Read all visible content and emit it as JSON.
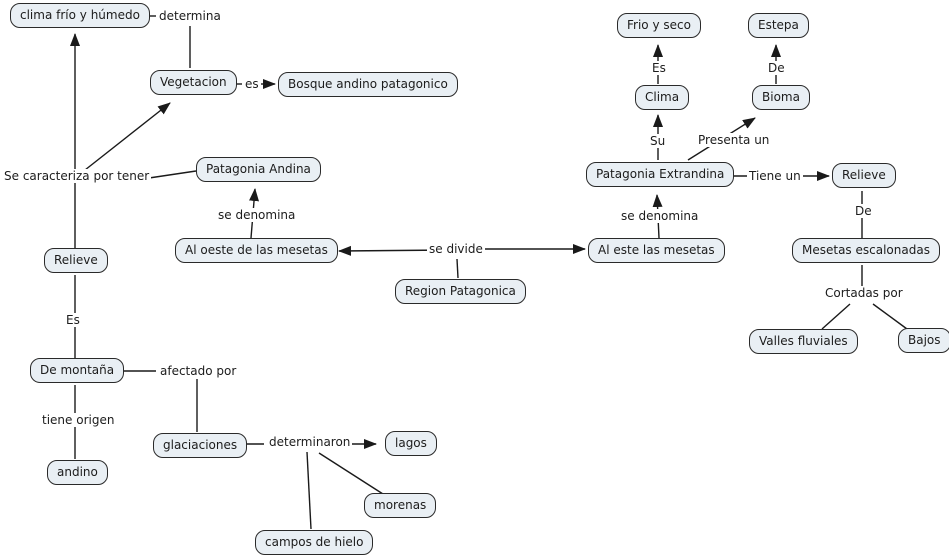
{
  "nodes": {
    "clima_frio_humedo": "clima frío y húmedo",
    "vegetacion": "Vegetacion",
    "bosque_andino": "Bosque andino patagonico",
    "patagonia_andina": "Patagonia Andina",
    "al_oeste_mesetas": "Al oeste de las mesetas",
    "region_patagonica": "Region Patagonica",
    "al_este_mesetas": "Al este las mesetas",
    "patagonia_extrandina": "Patagonia Extrandina",
    "clima": "Clima",
    "frio_y_seco": "Frio y seco",
    "bioma": "Bioma",
    "estepa": "Estepa",
    "relieve_este": "Relieve",
    "mesetas_escalonadas": "Mesetas escalonadas",
    "valles_fluviales": "Valles fluviales",
    "bajos": "Bajos",
    "relieve_oeste": "Relieve",
    "de_montana": "De montaña",
    "andino": "andino",
    "glaciaciones": "glaciaciones",
    "lagos": "lagos",
    "morenas": "morenas",
    "campos_de_hielo": "campos de hielo"
  },
  "links": {
    "determina": "determina",
    "es_bosque": "es",
    "se_caracteriza": "Se caracteriza por tener",
    "se_denomina_oeste": "se denomina",
    "se_divide": "se divide",
    "se_denomina_este": "se denomina",
    "su": "Su",
    "es_frio_seco": "Es",
    "presenta_un": "Presenta un",
    "de_estepa": "De",
    "tiene_un": "Tiene un",
    "de_mesetas": "De",
    "cortadas_por": "Cortadas por",
    "es_montana": "Es",
    "afectado_por": "afectado por",
    "tiene_origen": "tiene origen",
    "determinaron": "determinaron"
  },
  "colors": {
    "background": "#ffffff",
    "node_fill": "#e9eff4",
    "node_border": "#2a2a2a",
    "line": "#1a1a1a",
    "text": "#1c1c1c"
  }
}
